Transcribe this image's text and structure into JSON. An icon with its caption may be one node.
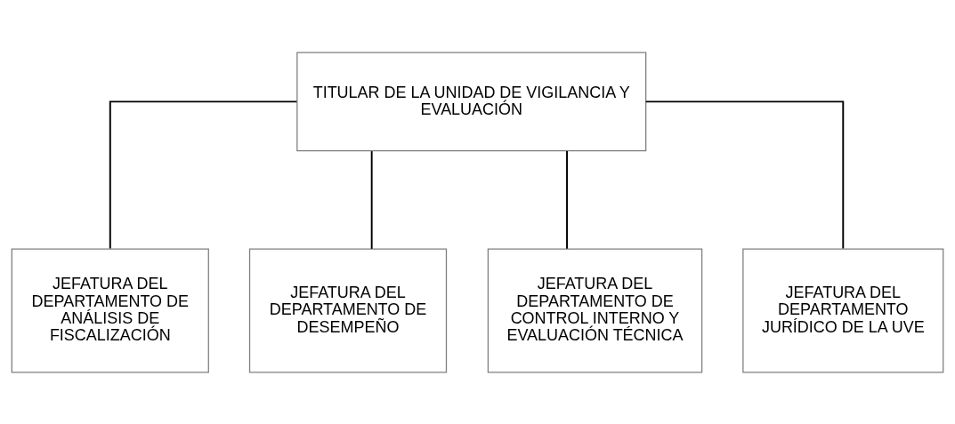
{
  "diagram": {
    "nodes": [
      {
        "text": [
          "TITULAR DE LA UNIDAD DE VIGILANCIA Y EVALUACIÓN"
        ]
      },
      {
        "text": [
          "JEFATURA DEL DEPARTAMENTO DE ANÁLISIS DE FISCALIZACIÓN"
        ]
      },
      {
        "text": [
          "JEFATURA DEL DEPARTAMENTO DE DESEMPEÑO"
        ]
      },
      {
        "text": [
          "JEFATURA DEL DEPARTAMENTO DE CONTROL INTERNO Y EVALUACIÓN TÉCNICA"
        ]
      },
      {
        "text": [
          "JEFATURA DEL DEPARTAMENTO JURÍDICO DE LA UVE"
        ]
      }
    ],
    "edges": [
      {
        "from": 0,
        "to": 1,
        "arrow": "none"
      },
      {
        "from": 0,
        "to": 2,
        "arrow": "none"
      },
      {
        "from": 0,
        "to": 3,
        "arrow": "none"
      },
      {
        "from": 0,
        "to": 4,
        "arrow": "none"
      }
    ]
  }
}
